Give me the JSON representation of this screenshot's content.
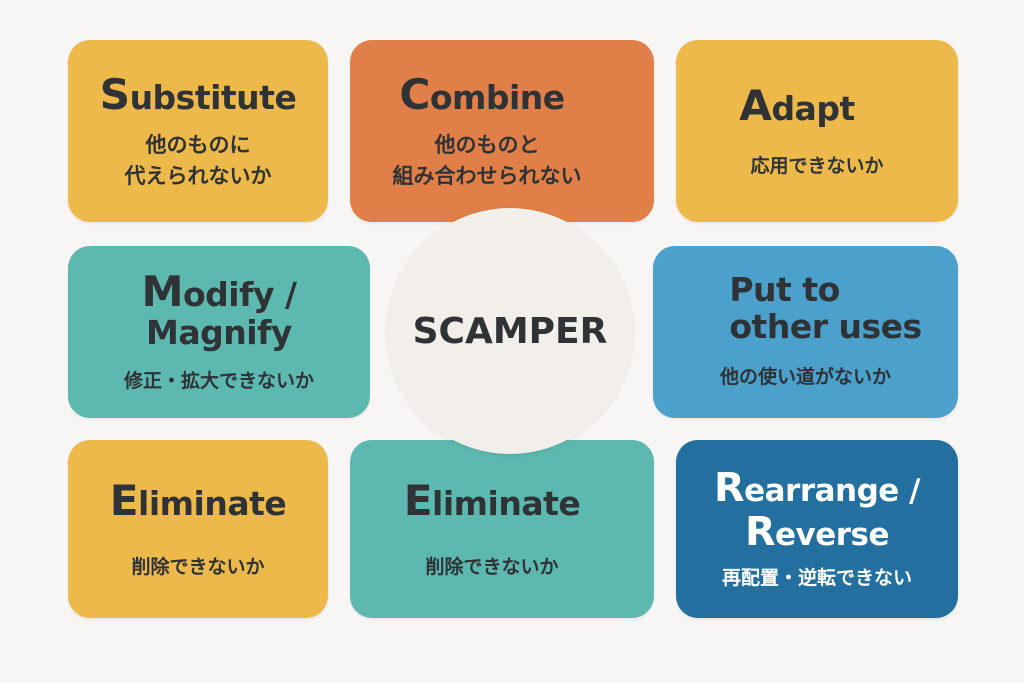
{
  "colors": {
    "background": "#f7f6f4",
    "yellow": "#eeb94b",
    "orange": "#e07f47",
    "teal": "#5db8b0",
    "sky_blue": "#4ba0cc",
    "dark_blue": "#226fa0",
    "center": "#f2efeb",
    "text_dark": "#2f3336",
    "text_light": "#ffffff"
  },
  "center": {
    "label": "SCAMPER"
  },
  "cards": {
    "substitute": {
      "initial": "S",
      "rest": "ubstitute",
      "description": "他のものに\n代えられないか",
      "color": "yellow"
    },
    "combine": {
      "initial": "C",
      "rest": "ombine",
      "description": "他のものと\n組み合わせられない",
      "color": "orange"
    },
    "adapt": {
      "initial": "A",
      "rest": "dapt",
      "description": "応用できないか",
      "color": "yellow"
    },
    "modify": {
      "initial": "M",
      "rest_line1": "odify /",
      "line2": "Magnify",
      "description": "修正・拡大できないか",
      "color": "teal"
    },
    "put": {
      "line1": "Put to",
      "line2": "other uses",
      "description": "他の使い道がないか",
      "color": "sky_blue"
    },
    "eliminate_1": {
      "initial": "E",
      "rest": "liminate",
      "description": "削除できないか",
      "color": "yellow"
    },
    "eliminate_2": {
      "initial": "E",
      "rest": "liminate",
      "description": "削除できないか",
      "color": "teal"
    },
    "rearrange": {
      "initial": "R",
      "rest_line1": "earrange /",
      "initial2": "R",
      "rest_line2": "everse",
      "description": "再配置・逆転できない",
      "color": "dark_blue"
    }
  }
}
